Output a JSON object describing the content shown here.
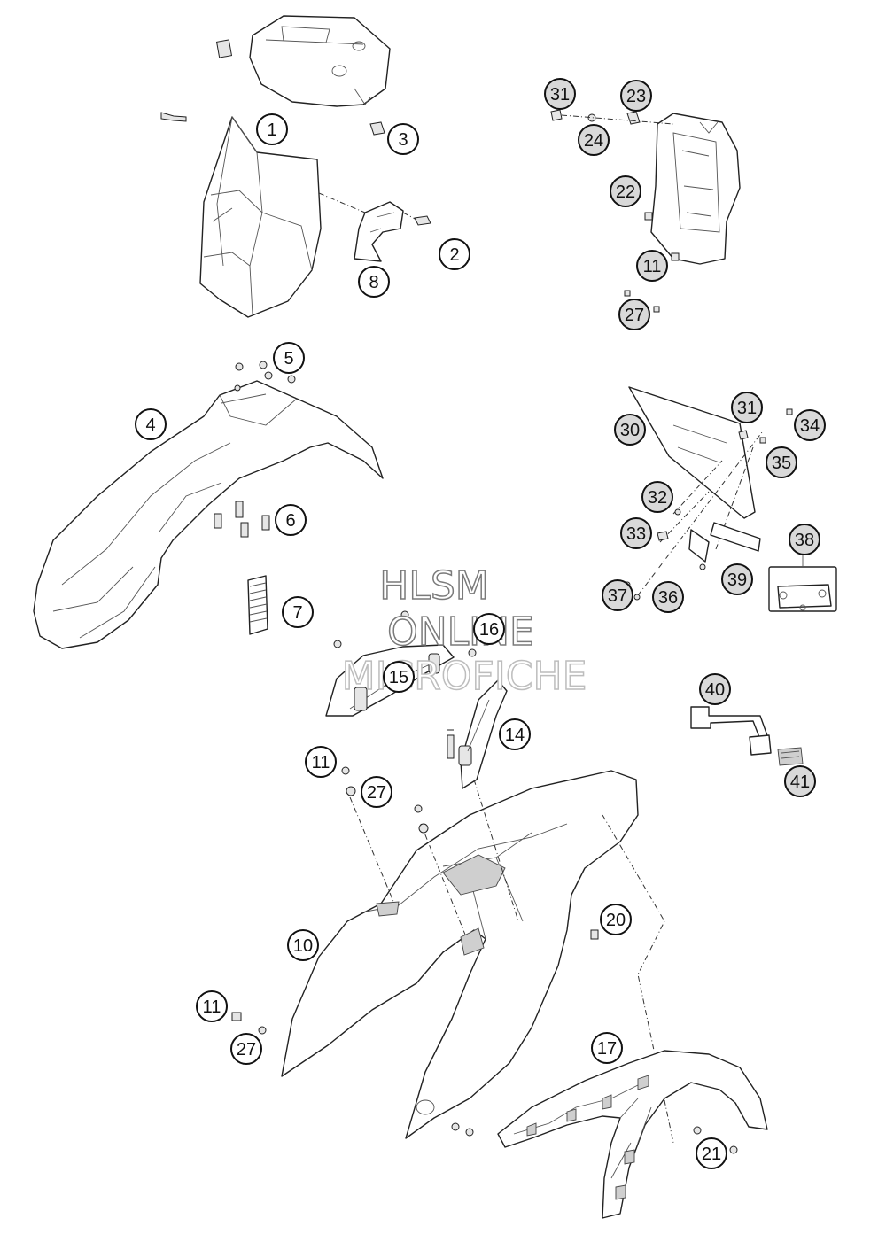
{
  "watermark": {
    "line1": "HLSM",
    "line2": "ONLINE",
    "line3": "MICROFICHE"
  },
  "callouts": [
    {
      "label": "1",
      "gray": false
    },
    {
      "label": "2",
      "gray": false
    },
    {
      "label": "3",
      "gray": false
    },
    {
      "label": "8",
      "gray": false
    },
    {
      "label": "5",
      "gray": false
    },
    {
      "label": "4",
      "gray": false
    },
    {
      "label": "6",
      "gray": false
    },
    {
      "label": "7",
      "gray": false
    },
    {
      "label": "31",
      "gray": true
    },
    {
      "label": "23",
      "gray": true
    },
    {
      "label": "24",
      "gray": true
    },
    {
      "label": "22",
      "gray": true
    },
    {
      "label": "11",
      "gray": true
    },
    {
      "label": "27",
      "gray": true
    },
    {
      "label": "30",
      "gray": true
    },
    {
      "label": "31",
      "gray": true
    },
    {
      "label": "34",
      "gray": true
    },
    {
      "label": "35",
      "gray": true
    },
    {
      "label": "32",
      "gray": true
    },
    {
      "label": "33",
      "gray": true
    },
    {
      "label": "38",
      "gray": true
    },
    {
      "label": "39",
      "gray": true
    },
    {
      "label": "37",
      "gray": true
    },
    {
      "label": "36",
      "gray": true
    },
    {
      "label": "16",
      "gray": false
    },
    {
      "label": "15",
      "gray": false
    },
    {
      "label": "14",
      "gray": false
    },
    {
      "label": "40",
      "gray": true
    },
    {
      "label": "41",
      "gray": true
    },
    {
      "label": "11",
      "gray": false
    },
    {
      "label": "27",
      "gray": false
    },
    {
      "label": "20",
      "gray": false
    },
    {
      "label": "10",
      "gray": false
    },
    {
      "label": "11",
      "gray": false
    },
    {
      "label": "27",
      "gray": false
    },
    {
      "label": "17",
      "gray": false
    },
    {
      "label": "21",
      "gray": false
    }
  ]
}
